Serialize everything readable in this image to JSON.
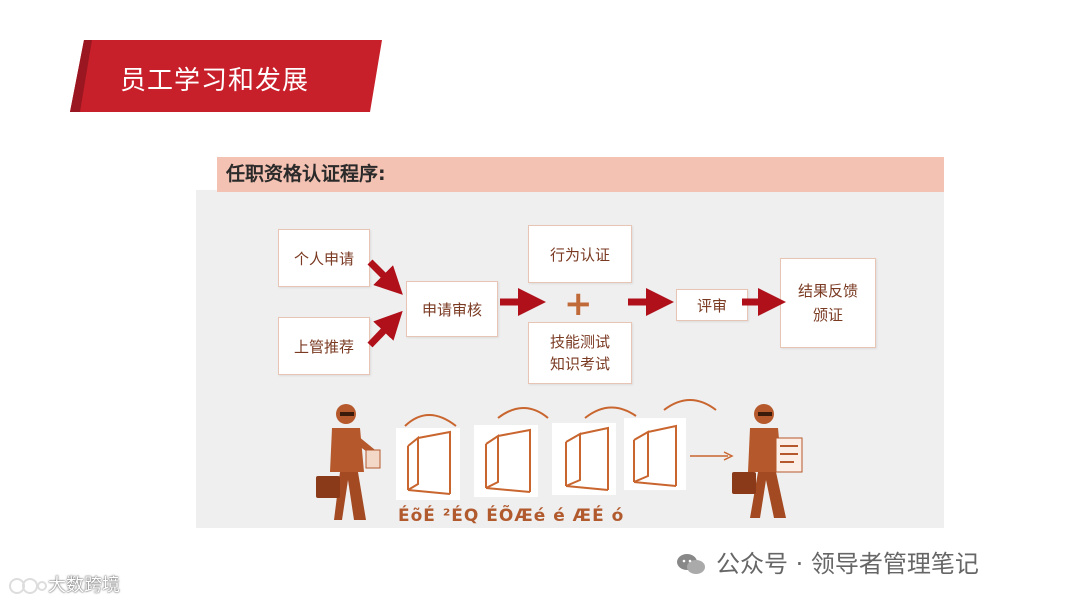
{
  "title": "员工学习和发展",
  "panel": {
    "header": "任职资格认证程序:"
  },
  "flow": {
    "personal_apply": "个人申请",
    "supervisor_recommend": "上管推荐",
    "review": "申请审核",
    "behavior_cert": "行为认证",
    "skill_test": "技能测试\n知识考试",
    "evaluate": "评审",
    "result": "结果反馈\n颁证"
  },
  "garbled_text": "ÉõÉ ²ÉQ ÉÕÆé é ÆÉ ó",
  "footer": {
    "wechat": "公众号 · 领导者管理笔记",
    "left_brand": "大数跨境"
  },
  "colors": {
    "banner_red": "#c8202a",
    "arrow_red": "#b0101a",
    "header_pink": "#f4c2b2",
    "figure_brown": "#b5582b"
  }
}
